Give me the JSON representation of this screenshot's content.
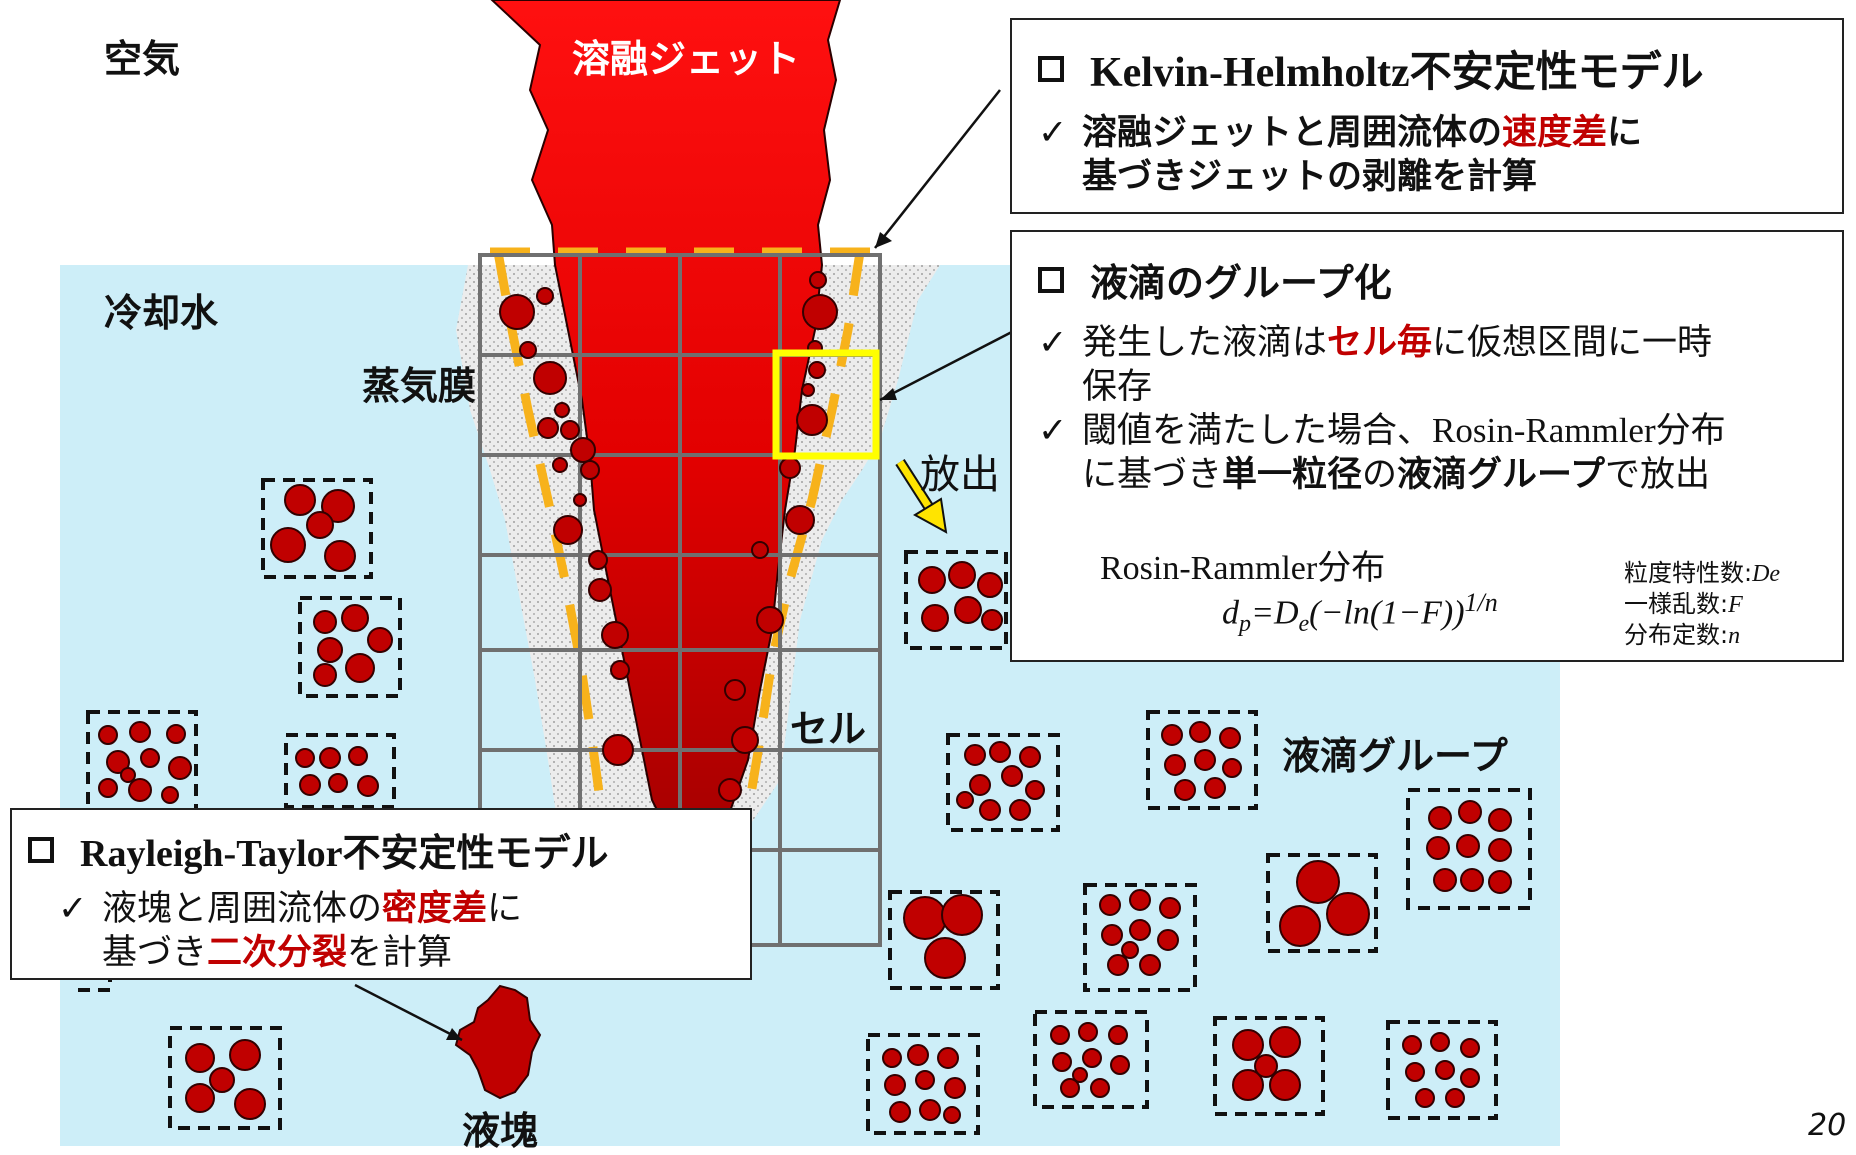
{
  "labels": {
    "air": "空気",
    "molten_jet": "溶融ジェット",
    "cooling_water": "冷却水",
    "vapor_film": "蒸気膜",
    "release": "放出",
    "cell": "セル",
    "droplet_group": "液滴グループ",
    "melt_lump": "液塊",
    "page_number": "20"
  },
  "kh_box": {
    "title": "Kelvin-Helmholtz不安定性モデル",
    "bullet_pre": "溶融ジェットと周囲流体の",
    "bullet_red": "速度差",
    "bullet_post": "に",
    "bullet_line2": "基づきジェットの剥離を計算"
  },
  "group_box": {
    "title": "液滴のグループ化",
    "b1_pre": "発生した液滴は",
    "b1_red": "セル毎",
    "b1_post": "に仮想区間に一時",
    "b1_line2": "保存",
    "b2_pre": "閾値を満たした場合、",
    "b2_serif": "Rosin-Rammler",
    "b2_post": "分布",
    "b2_line2_pre": "に基づき",
    "b2_bold1": "単一粒径",
    "b2_mid": "の",
    "b2_bold2": "液滴グループ",
    "b2_end": "で放出",
    "formula_label_serif": "Rosin-Rammler",
    "formula_label_post": "分布",
    "legend_de": "粒度特性数:",
    "legend_de_sym": "De",
    "legend_f": "一様乱数:",
    "legend_f_sym": "F",
    "legend_n": "分布定数:",
    "legend_n_sym": "n"
  },
  "rt_box": {
    "title": "Rayleigh-Taylor不安定性モデル",
    "bullet_pre": "液塊と周囲流体の",
    "bullet_red": "密度差",
    "bullet_post": "に",
    "line2_pre": "基づき",
    "line2_red": "二次分裂",
    "line2_post": "を計算"
  },
  "colors": {
    "water": "#cdeef8",
    "jet": "#e60000",
    "droplet": "#c00000",
    "highlight": "#ffff00",
    "dashed_line": "#f7b21b",
    "grid": "#707070"
  }
}
